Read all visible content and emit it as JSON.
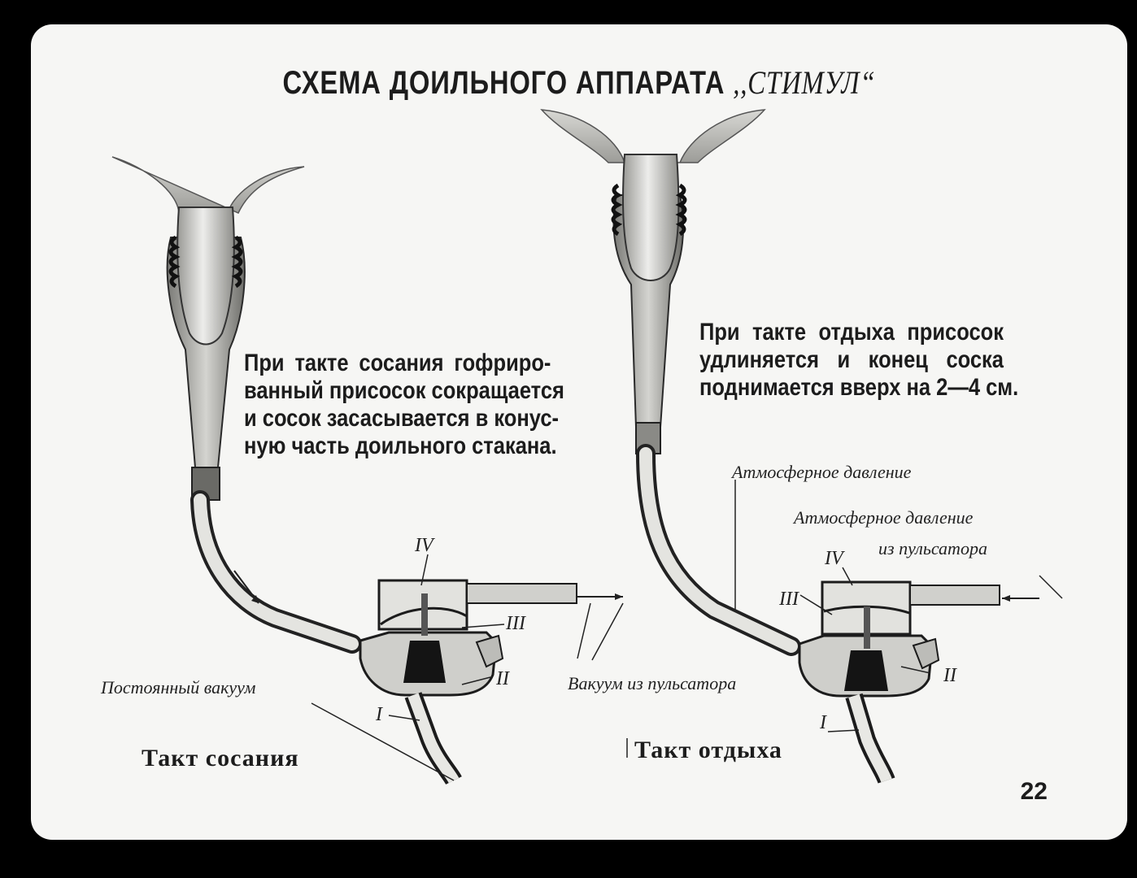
{
  "title": {
    "main": "СХЕМА ДОИЛЬНОГО АППАРАТА",
    "name": ",,СТИМУЛ“"
  },
  "left": {
    "description_lines": [
      "При такте сосания гофриро-",
      "ванный присосок сокращается",
      "и сосок засасывается в конус-",
      "ную часть доильного стакана."
    ],
    "caption": "Такт сосания",
    "label_vacuum": "Постоянный вакуум",
    "parts": {
      "I": "I",
      "II": "II",
      "III": "III",
      "IV": "IV"
    }
  },
  "right": {
    "description_lines": [
      "При такте отдыха присосок",
      "удлиняется и конец соска",
      "поднимается вверх на 2—4 см."
    ],
    "caption": "Такт отдыха",
    "label_atm": "Атмосферное давление",
    "label_atm_pulsator_1": "Атмосферное давление",
    "label_atm_pulsator_2": "из пульсатора",
    "parts": {
      "I": "I",
      "II": "II",
      "III": "III",
      "IV": "IV"
    }
  },
  "label_vacuum_pulsator": "Вакуум из пульсатора",
  "page_number": "22",
  "colors": {
    "background": "#000000",
    "slide": "#f6f6f4",
    "ink": "#1c1c1c"
  }
}
